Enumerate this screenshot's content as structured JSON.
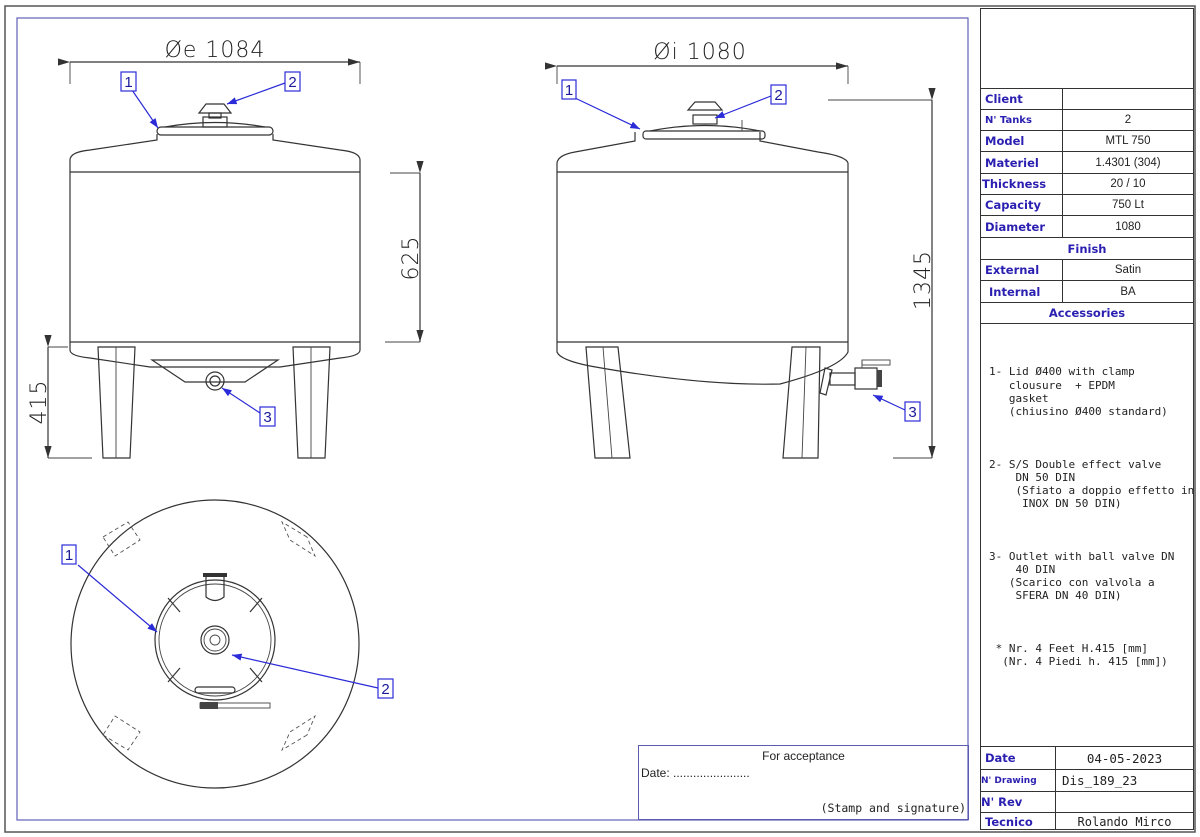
{
  "drawing": {
    "front_view": {
      "diameter_label": "Øe 1084",
      "height_body": "625",
      "height_feet": "415"
    },
    "side_view": {
      "diameter_label": "Øi 1080",
      "total_height": "1345"
    },
    "callouts": [
      "1",
      "2",
      "3"
    ]
  },
  "title_block": {
    "rows": [
      {
        "label": "Client",
        "value": ""
      },
      {
        "label": "N' Tanks",
        "value": "2"
      },
      {
        "label": "Model",
        "value": "MTL 750"
      },
      {
        "label": "Materiel",
        "value": "1.4301 (304)"
      },
      {
        "label": "Thickness",
        "value": "20 / 10"
      },
      {
        "label": "Capacity",
        "value": "750  Lt"
      },
      {
        "label": "Diameter",
        "value": "1080"
      }
    ],
    "finish_header": "Finish",
    "finish": [
      {
        "label": "External",
        "value": "Satin"
      },
      {
        "label": "Internal",
        "value": "BA"
      }
    ],
    "accessories_header": "Accessories",
    "accessories": [
      "1- Lid Ø400 with clamp\n   clousure  + EPDM\n   gasket\n   (chiusino Ø400 standard)",
      "2- S/S Double effect valve\n    DN 50 DIN\n    (Sfiato a doppio effetto in\n     INOX DN 50 DIN)",
      "3- Outlet with ball valve DN\n    40 DIN\n   (Scarico con valvola a\n    SFERA DN 40 DIN)",
      " * Nr. 4 Feet H.415 [mm]\n  (Nr. 4 Piedi h. 415 [mm])"
    ],
    "footer": [
      {
        "label": "Date",
        "value": "04-05-2023"
      },
      {
        "label": "N' Drawing",
        "value": "Dis_189_23"
      },
      {
        "label": "N' Rev",
        "value": ""
      },
      {
        "label": "Tecnico",
        "value": "Rolando Mirco"
      }
    ]
  },
  "acceptance": {
    "title": "For acceptance",
    "date_label": "Date:  .......................",
    "stamp": "(Stamp and signature)"
  }
}
